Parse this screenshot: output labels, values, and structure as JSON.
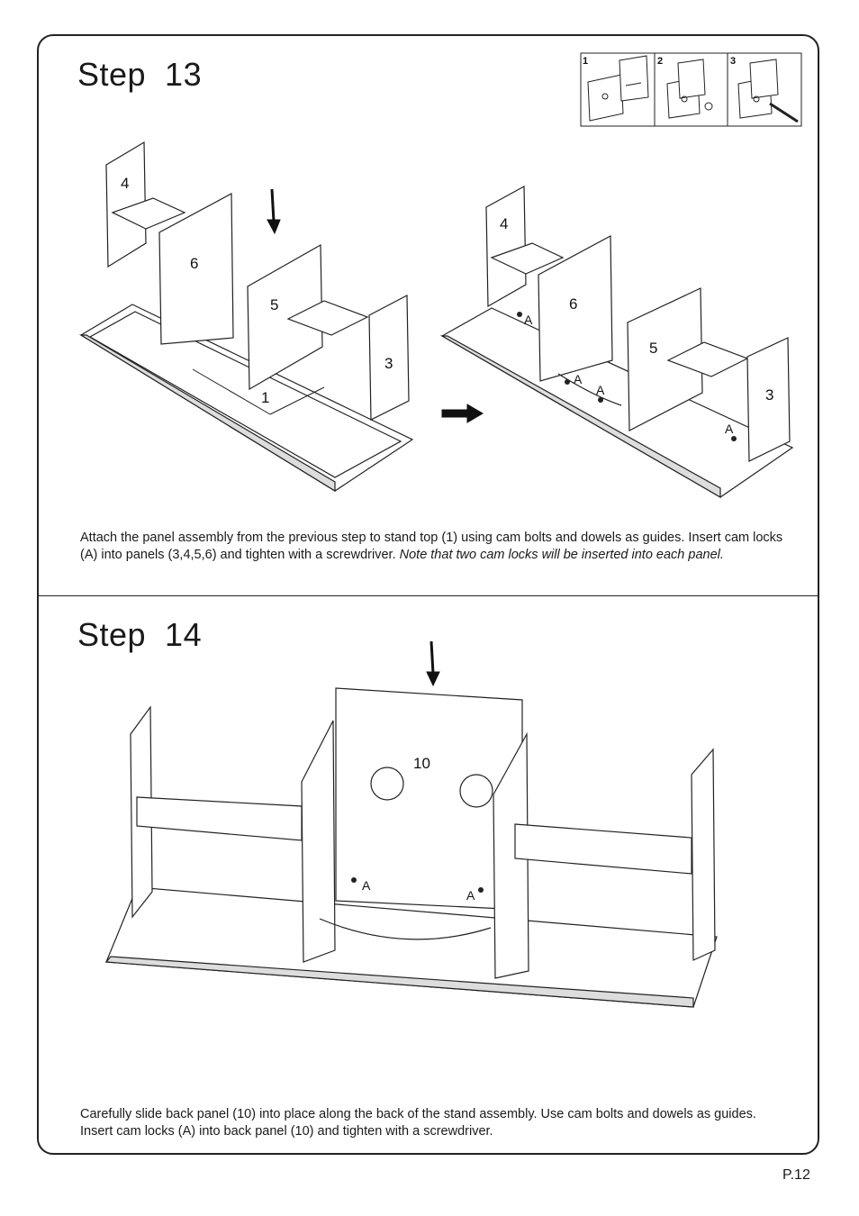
{
  "step13": {
    "title": "Step  13",
    "text_main": "Attach the panel assembly from the previous step to stand top (1) using cam bolts and dowels as guides. Insert cam locks (A) into panels (3,4,5,6) and tighten with a screwdriver. ",
    "text_note": "Note that two cam locks will be inserted into each panel.",
    "inset_labels": [
      "1",
      "2",
      "3"
    ],
    "left_labels": {
      "panel4": "4",
      "panel6": "6",
      "panel5": "5",
      "panel3": "3",
      "top1": "1"
    },
    "right_labels": {
      "panel4": "4",
      "panel6": "6",
      "panel5": "5",
      "panel3": "3",
      "camA": "A"
    }
  },
  "step14": {
    "title": "Step  14",
    "text": "Carefully slide back panel (10) into place along the back of the stand assembly. Use cam bolts and dowels as guides. Insert cam locks (A) into back panel (10) and tighten with a screwdriver.",
    "labels": {
      "panel10": "10",
      "camA": "A"
    }
  },
  "page_number": "P.12",
  "icons": [
    "down-arrow-icon",
    "right-arrow-icon",
    "cam-lock-icon",
    "screwdriver-icon"
  ]
}
